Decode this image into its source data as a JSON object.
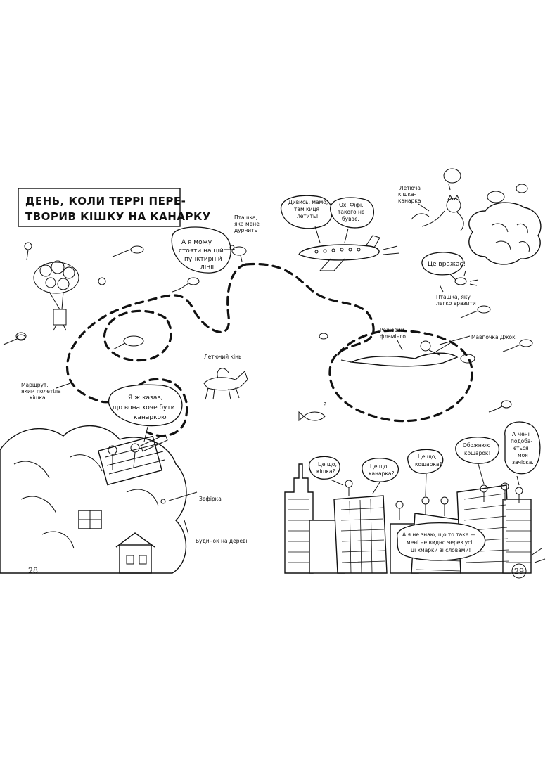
{
  "title": {
    "line1": "ДЕНЬ, КОЛИ ТЕРРІ ПЕРЕ-",
    "line2": "ТВОРИВ КІШКУ НА КАНАРКУ"
  },
  "page_numbers": {
    "left": "28",
    "right": "29"
  },
  "labels": {
    "bird_walk": [
      "Пташка,",
      "яка мене",
      "дурнить"
    ],
    "flying_horse": "Летючий кінь",
    "route": [
      "Маршрут,",
      "яким полетіла",
      "кішка"
    ],
    "zefirka": "Зефірка",
    "treehouse": "Будинок на дереві",
    "flying_cat": [
      "Летюча",
      "кішка-",
      "канарка"
    ],
    "scared_bird": [
      "Пташка, яку",
      "легко вразити"
    ],
    "flamingo": [
      "Рожевий",
      "фламінго"
    ],
    "monkey": "Мавпочка Джокі",
    "question": "?"
  },
  "bubbles": {
    "dotted_line": [
      "А я можу",
      "стояти на цій",
      "пунктирній",
      "лінії"
    ],
    "look_mom": [
      "Дивись, мамо,",
      "там киця",
      "летить!"
    ],
    "oh_fifi": [
      "Ох, Фіфі,",
      "такого не",
      "буває."
    ],
    "impressive": "Це вражає!",
    "told_you": [
      "Я ж казав,",
      "що вона хоче бути",
      "канаркою"
    ],
    "is_it_cat": [
      "Це що,",
      "кішка?"
    ],
    "is_it_canary": [
      "Це що,",
      "канарка?"
    ],
    "is_it_kosharka": [
      "Це що,",
      "кошарка?"
    ],
    "love_kosharka": [
      "Обожнюю",
      "кошарок!"
    ],
    "like_chick": [
      "А мені",
      "подоба-",
      "ється",
      "моя",
      "зачіска."
    ],
    "dont_know": [
      "А я не знаю, що то таке —",
      "мені не видно через усі",
      "ці хмарки зі словами!"
    ]
  }
}
